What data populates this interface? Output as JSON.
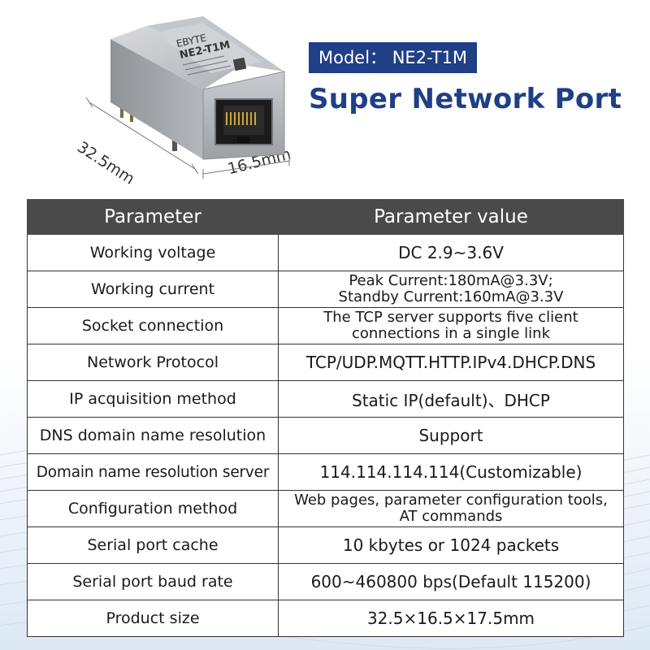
{
  "header": {
    "model": "Model： NE2-T1M",
    "title": "Super Network Port"
  },
  "product": {
    "body_label": "NE2-T1M",
    "dimensions": {
      "length": "32.5mm",
      "width": "16.5mm"
    }
  },
  "table": {
    "headers": [
      "Parameter",
      "Parameter value"
    ],
    "rows": [
      {
        "name": "Working voltage",
        "value": [
          "DC 2.9~3.6V"
        ]
      },
      {
        "name": "Working current",
        "value": [
          "Peak Current:180mA@3.3V;",
          "Standby Current:160mA@3.3V"
        ]
      },
      {
        "name": "Socket connection",
        "value": [
          "The TCP server supports five client",
          "connections in a single link"
        ]
      },
      {
        "name": "Network Protocol",
        "value": [
          "TCP/UDP.MQTT.HTTP.IPv4.DHCP.DNS"
        ]
      },
      {
        "name": "IP acquisition method",
        "value": [
          "Static IP(default)、DHCP"
        ]
      },
      {
        "name": "DNS domain name resolution",
        "value": [
          "Support"
        ]
      },
      {
        "name": "Domain name resolution server",
        "value": [
          "114.114.114.114(Customizable)"
        ]
      },
      {
        "name": "Configuration method",
        "value": [
          "Web pages, parameter configuration tools,",
          "AT commands"
        ]
      },
      {
        "name": "Serial port cache",
        "value": [
          "10 kbytes or 1024 packets"
        ]
      },
      {
        "name": "Serial port baud rate",
        "value": [
          "600~460800 bps(Default 115200)"
        ]
      },
      {
        "name": "Product size",
        "value": [
          "32.5×16.5×17.5mm"
        ]
      }
    ]
  },
  "colors": {
    "brand_blue": "#1f3f86",
    "header_gray": "#4a4a4a",
    "background_wave": "#dde8f5"
  }
}
